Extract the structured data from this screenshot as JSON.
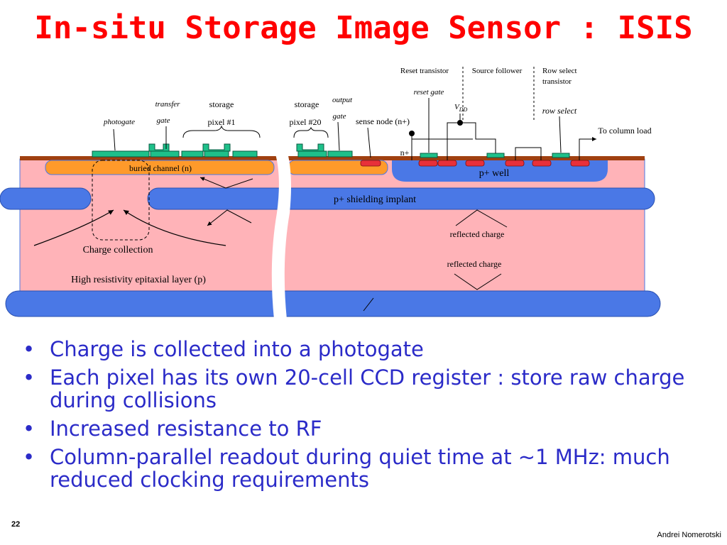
{
  "slide": {
    "title": "In-situ Storage Image Sensor : ISIS",
    "number": "22",
    "author": "Andrei Nomerotski"
  },
  "diagram": {
    "labels": {
      "photogate": "photogate",
      "transfer": "transfer",
      "gate": "gate",
      "storage_1": "storage",
      "pixel_1": "pixel #1",
      "storage_20": "storage",
      "pixel_20": "pixel #20",
      "output": "output",
      "output_gate": "gate",
      "sense_node": "sense node (n+)",
      "reset_transistor": "Reset transistor",
      "reset_gate": "reset gate",
      "source_follower": "Source follower",
      "vdd": "V",
      "vdd_sub": "DD",
      "row_select_transistor_1": "Row select",
      "row_select_transistor_2": "transistor",
      "row_select": "row select",
      "to_column_load": "To column load",
      "n_plus": "n+",
      "buried_channel": "buried channel (n)",
      "p_well": "p+ well",
      "shielding": "p+ shielding implant",
      "reflected_charge_1": "reflected charge",
      "reflected_charge_2": "reflected charge",
      "charge_collection": "Charge collection",
      "epitaxial": "High resistivity epitaxial layer (p)"
    },
    "colors": {
      "substrate": "#ffb3b8",
      "implant": "#4a78e6",
      "buried_channel": "#ff9a2a",
      "gate": "#1ec08a",
      "n_plus": "#e8303a",
      "oxide": "#a04010"
    }
  },
  "bullets": [
    "Charge is collected into a photogate",
    "Each pixel has its own 20-cell CCD register : store raw charge during collisions",
    "Increased resistance to RF",
    "Column-parallel readout during quiet time at ~1 MHz: much reduced clocking requirements"
  ]
}
